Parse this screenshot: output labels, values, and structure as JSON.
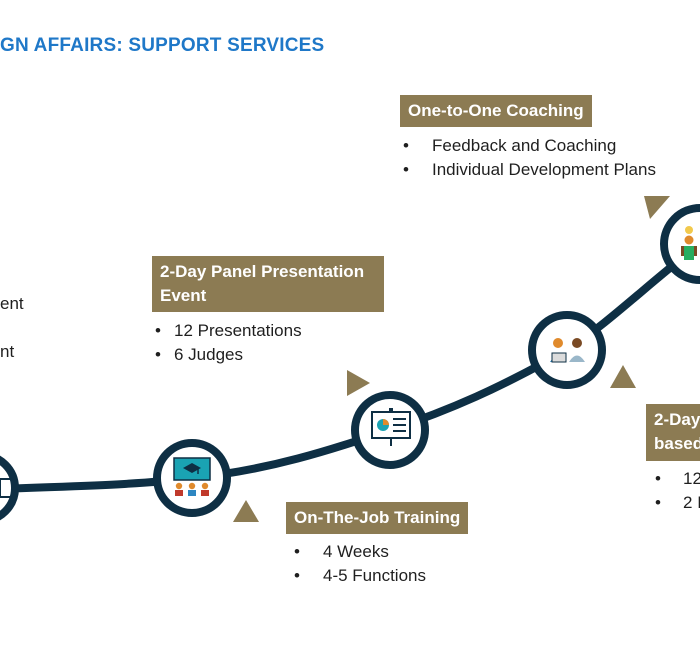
{
  "title": "GN AFFAIRS: SUPPORT SERVICES",
  "colors": {
    "accent": "#1f78c8",
    "box": "#8c7b53",
    "path": "#0e2f44",
    "arrow": "#8c7b53"
  },
  "left_fragments": [
    "ent",
    "nt"
  ],
  "steps": [
    {
      "label": "On-The-Job Training",
      "icon": "classroom-icon",
      "bullets": [
        "4 Weeks",
        "4-5 Functions"
      ]
    },
    {
      "label_lines": [
        "2-Day Panel Presentation",
        "Event"
      ],
      "icon": "presentation-board-icon",
      "bullets": [
        "12 Presentations",
        "6 Judges"
      ]
    },
    {
      "label_lines": [
        "2-Day",
        "based"
      ],
      "icon": "people-laptop-icon",
      "bullets": [
        "12",
        "2 I"
      ]
    },
    {
      "label": "One-to-One Coaching",
      "icon": "mentor-icon",
      "bullets": [
        "Feedback and Coaching",
        "Individual Development Plans"
      ]
    }
  ],
  "bullet_glyph": "•"
}
